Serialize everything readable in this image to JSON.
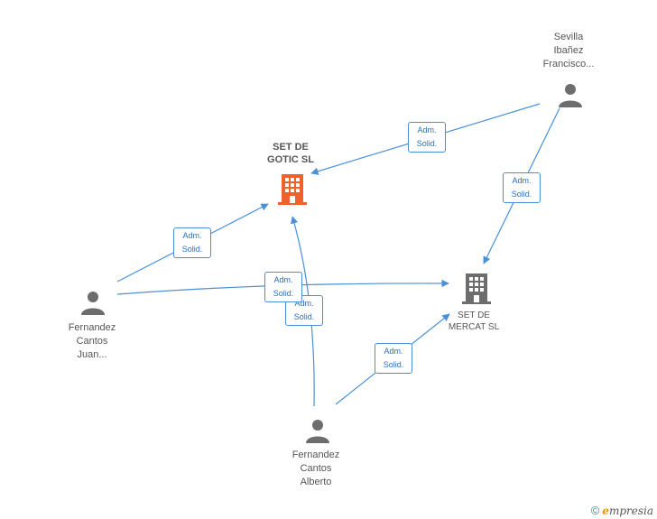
{
  "nodes": {
    "sevilla": {
      "label": "Sevilla\nIbañez\nFrancisco..."
    },
    "fernandez_juan": {
      "label": "Fernandez\nCantos\nJuan..."
    },
    "fernandez_alberto": {
      "label": "Fernandez\nCantos\nAlberto"
    },
    "set_de_gotic": {
      "label": "SET DE\nGOTIC SL",
      "color": "#f0622d"
    },
    "set_de_mercat": {
      "label": "SET DE\nMERCAT SL",
      "color": "#6d6d6d"
    }
  },
  "edges": [
    {
      "from": "sevilla",
      "to": "set_de_gotic",
      "line1": "Adm.",
      "line2": "Solid."
    },
    {
      "from": "sevilla",
      "to": "set_de_mercat",
      "line1": "Adm.",
      "line2": "Solid."
    },
    {
      "from": "fernandez_juan",
      "to": "set_de_gotic",
      "line1": "Adm.",
      "line2": "Solid."
    },
    {
      "from": "fernandez_juan",
      "to": "set_de_mercat",
      "line1": "Adm.",
      "line2": "Solid."
    },
    {
      "from": "fernandez_alberto",
      "to": "set_de_gotic",
      "line1": "Adm.",
      "line2": "Solid."
    },
    {
      "from": "fernandez_alberto",
      "to": "set_de_mercat",
      "line1": "Adm.",
      "line2": "Solid."
    }
  ],
  "colors": {
    "edge": "#4a90d9",
    "person_icon": "#6d6d6d"
  },
  "footer": {
    "copyright_symbol": "©",
    "brand_first": "e",
    "brand_rest": "mpresia"
  }
}
